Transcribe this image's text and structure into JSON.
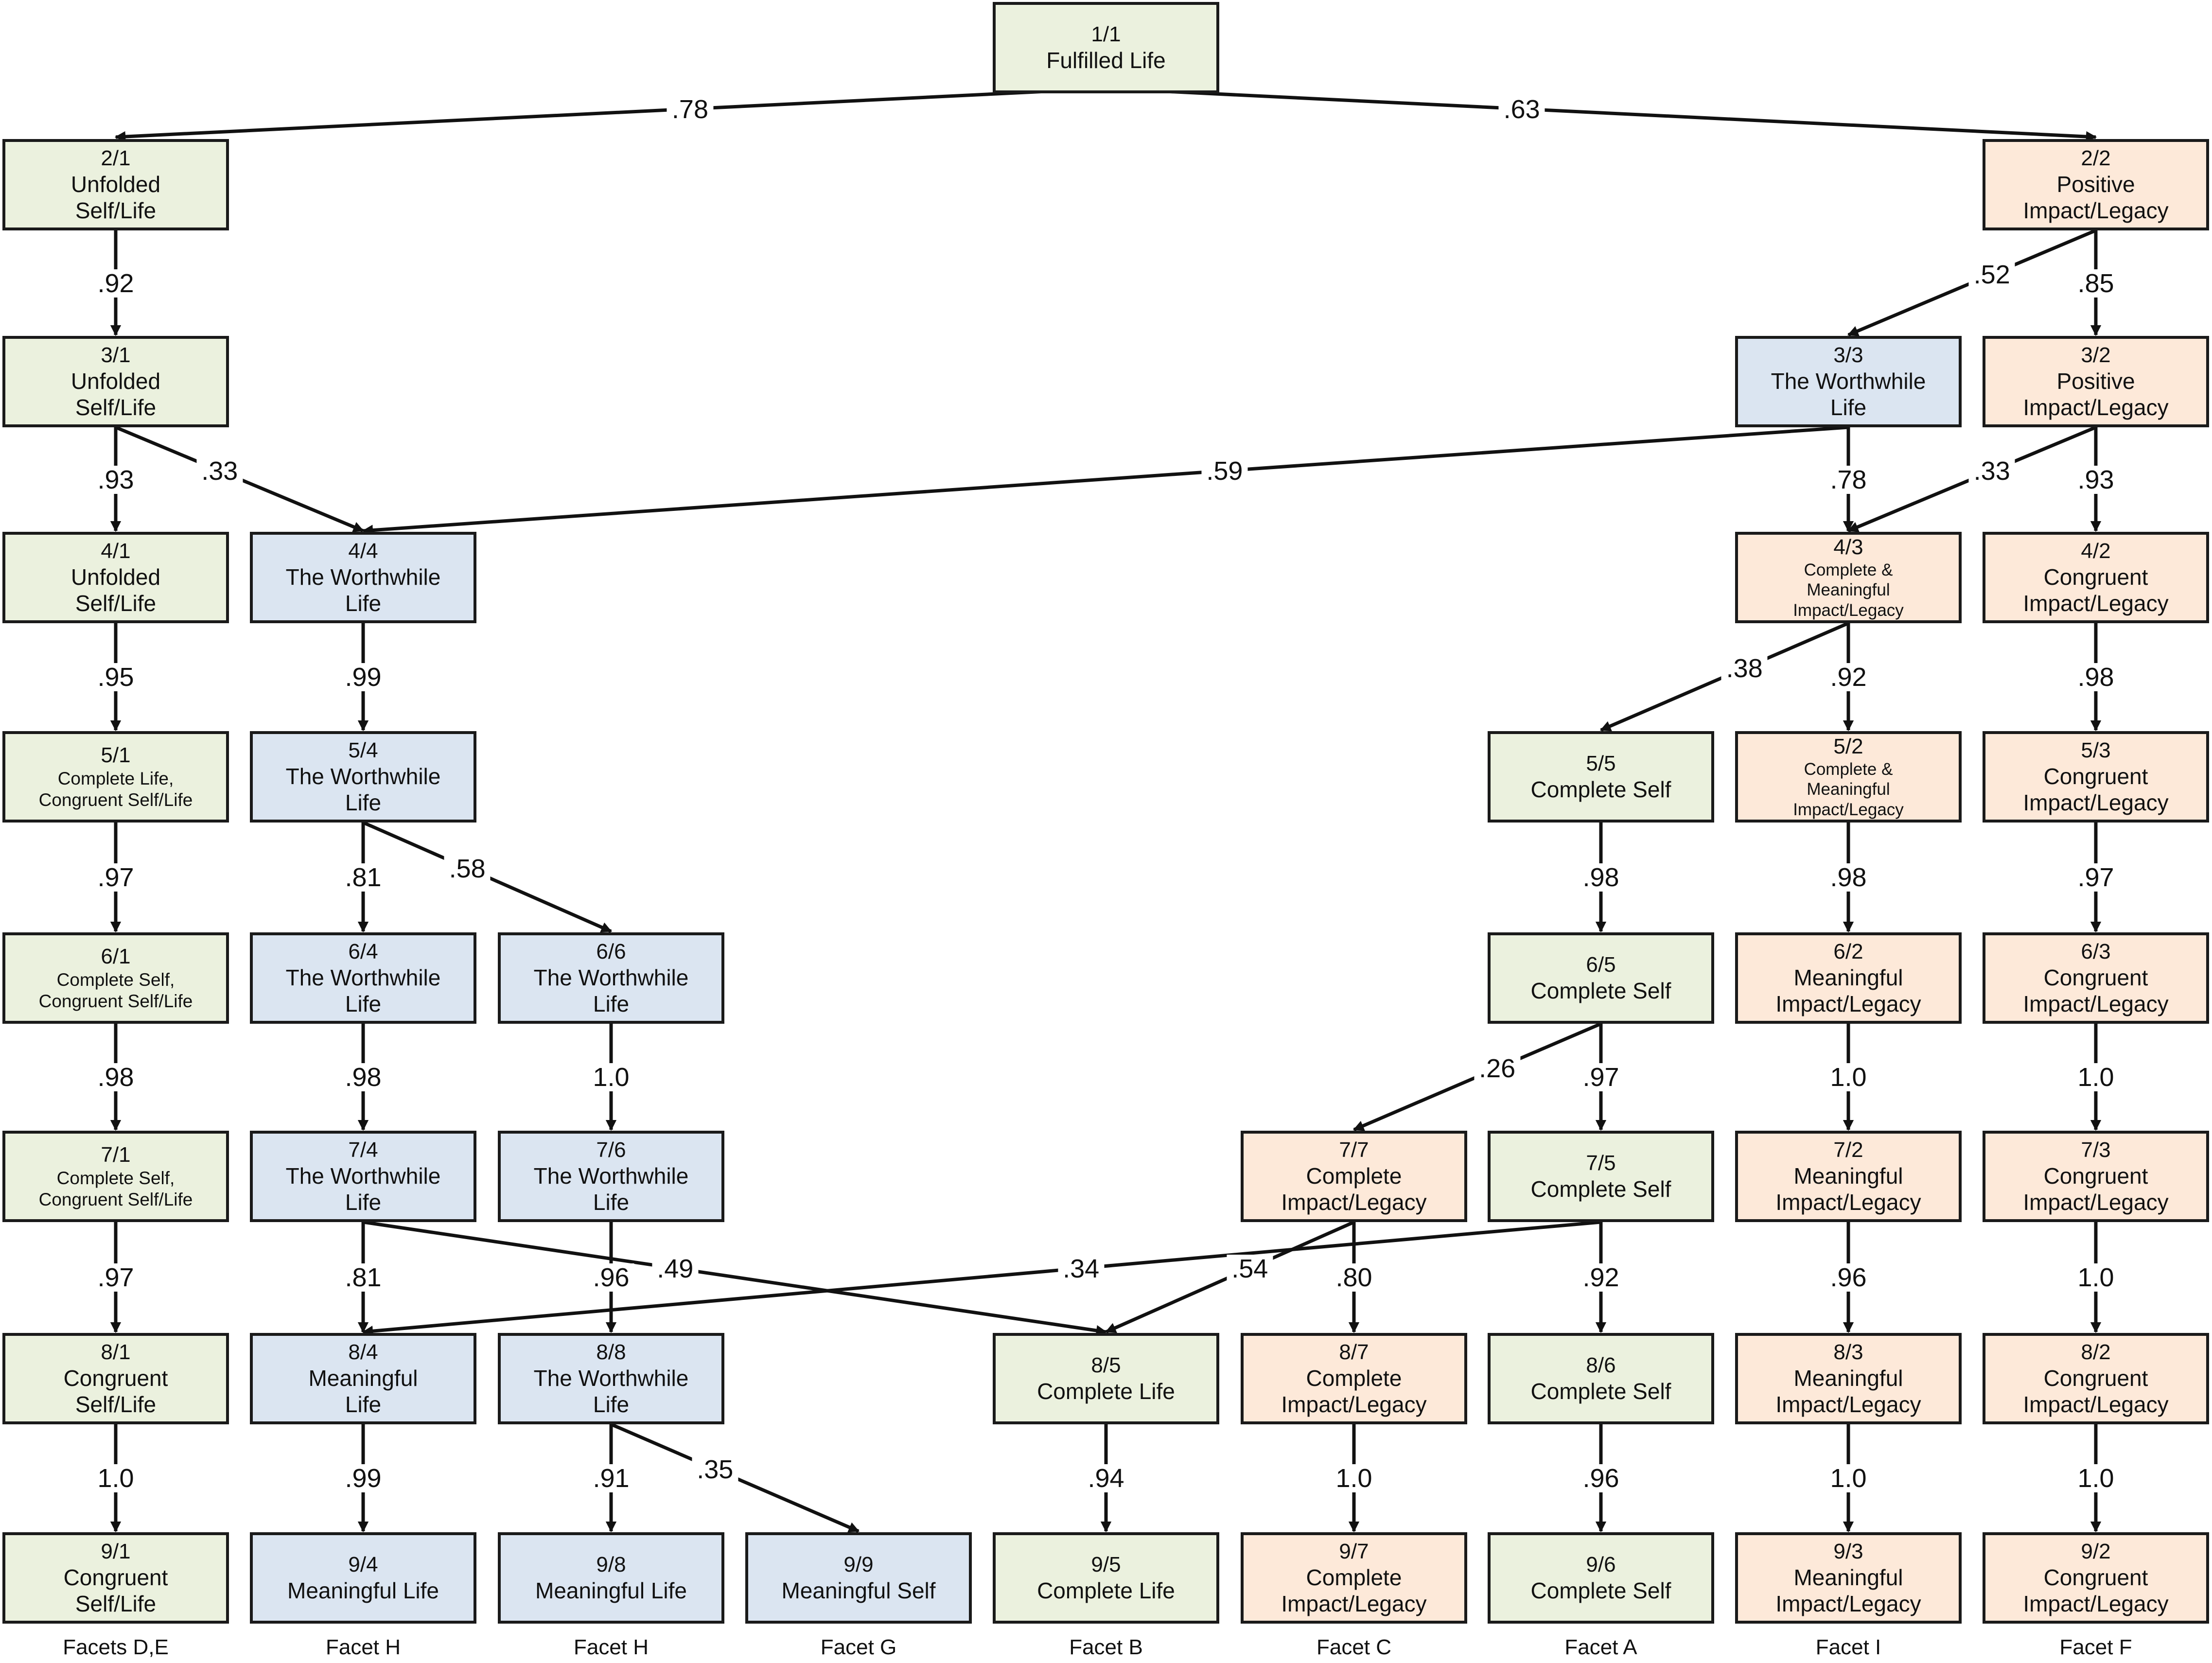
{
  "colors": {
    "green": "#ebf1de",
    "blue": "#dbe5f1",
    "peach": "#fde9d9",
    "border": "#1a1a1a"
  },
  "nodes": [
    {
      "id": "1/1",
      "label": "Fulfilled Life",
      "color": "green"
    },
    {
      "id": "2/1",
      "label": "Unfolded\nSelf/Life",
      "color": "green"
    },
    {
      "id": "2/2",
      "label": "Positive\nImpact/Legacy",
      "color": "peach"
    },
    {
      "id": "3/1",
      "label": "Unfolded\nSelf/Life",
      "color": "green"
    },
    {
      "id": "3/3",
      "label": "The Worthwhile\nLife",
      "color": "blue"
    },
    {
      "id": "3/2",
      "label": "Positive\nImpact/Legacy",
      "color": "peach"
    },
    {
      "id": "4/1",
      "label": "Unfolded\nSelf/Life",
      "color": "green"
    },
    {
      "id": "4/4",
      "label": "The Worthwhile\nLife",
      "color": "blue"
    },
    {
      "id": "4/3",
      "label": "Complete &\nMeaningful\nImpact/Legacy",
      "color": "peach"
    },
    {
      "id": "4/2",
      "label": "Congruent\nImpact/Legacy",
      "color": "peach"
    },
    {
      "id": "5/1",
      "label": "Complete Life,\nCongruent Self/Life",
      "color": "green"
    },
    {
      "id": "5/4",
      "label": "The Worthwhile\nLife",
      "color": "blue"
    },
    {
      "id": "5/5",
      "label": "Complete Self",
      "color": "green"
    },
    {
      "id": "5/2",
      "label": "Complete &\nMeaningful\nImpact/Legacy",
      "color": "peach"
    },
    {
      "id": "5/3",
      "label": "Congruent\nImpact/Legacy",
      "color": "peach"
    },
    {
      "id": "6/1",
      "label": "Complete Self,\nCongruent Self/Life",
      "color": "green"
    },
    {
      "id": "6/4",
      "label": "The Worthwhile\nLife",
      "color": "blue"
    },
    {
      "id": "6/6",
      "label": "The Worthwhile\nLife",
      "color": "blue"
    },
    {
      "id": "6/5",
      "label": "Complete Self",
      "color": "green"
    },
    {
      "id": "6/2",
      "label": "Meaningful\nImpact/Legacy",
      "color": "peach"
    },
    {
      "id": "6/3",
      "label": "Congruent\nImpact/Legacy",
      "color": "peach"
    },
    {
      "id": "7/1",
      "label": "Complete Self,\nCongruent Self/Life",
      "color": "green"
    },
    {
      "id": "7/4",
      "label": "The Worthwhile\nLife",
      "color": "blue"
    },
    {
      "id": "7/6",
      "label": "The Worthwhile\nLife",
      "color": "blue"
    },
    {
      "id": "7/7",
      "label": "Complete\nImpact/Legacy",
      "color": "peach"
    },
    {
      "id": "7/5",
      "label": "Complete Self",
      "color": "green"
    },
    {
      "id": "7/2",
      "label": "Meaningful\nImpact/Legacy",
      "color": "peach"
    },
    {
      "id": "7/3",
      "label": "Congruent\nImpact/Legacy",
      "color": "peach"
    },
    {
      "id": "8/1",
      "label": "Congruent\nSelf/Life",
      "color": "green"
    },
    {
      "id": "8/4",
      "label": "Meaningful\nLife",
      "color": "blue"
    },
    {
      "id": "8/8",
      "label": "The Worthwhile\nLife",
      "color": "blue"
    },
    {
      "id": "8/5",
      "label": "Complete Life",
      "color": "green"
    },
    {
      "id": "8/7",
      "label": "Complete\nImpact/Legacy",
      "color": "peach"
    },
    {
      "id": "8/6",
      "label": "Complete Self",
      "color": "green"
    },
    {
      "id": "8/3",
      "label": "Meaningful\nImpact/Legacy",
      "color": "peach"
    },
    {
      "id": "8/2",
      "label": "Congruent\nImpact/Legacy",
      "color": "peach"
    },
    {
      "id": "9/1",
      "label": "Congruent\nSelf/Life",
      "color": "green"
    },
    {
      "id": "9/4",
      "label": "Meaningful Life",
      "color": "blue"
    },
    {
      "id": "9/8",
      "label": "Meaningful Life",
      "color": "blue"
    },
    {
      "id": "9/9",
      "label": "Meaningful Self",
      "color": "blue"
    },
    {
      "id": "9/5",
      "label": "Complete Life",
      "color": "green"
    },
    {
      "id": "9/7",
      "label": "Complete\nImpact/Legacy",
      "color": "peach"
    },
    {
      "id": "9/6",
      "label": "Complete Self",
      "color": "green"
    },
    {
      "id": "9/3",
      "label": "Meaningful\nImpact/Legacy",
      "color": "peach"
    },
    {
      "id": "9/2",
      "label": "Congruent\nImpact/Legacy",
      "color": "peach"
    }
  ],
  "edges": [
    {
      "from": "1/1",
      "to": "2/1",
      "weight": ".78"
    },
    {
      "from": "1/1",
      "to": "2/2",
      "weight": ".63"
    },
    {
      "from": "2/1",
      "to": "3/1",
      "weight": ".92"
    },
    {
      "from": "2/2",
      "to": "3/3",
      "weight": ".52"
    },
    {
      "from": "2/2",
      "to": "3/2",
      "weight": ".85"
    },
    {
      "from": "3/1",
      "to": "4/1",
      "weight": ".93"
    },
    {
      "from": "3/1",
      "to": "4/4",
      "weight": ".33"
    },
    {
      "from": "3/3",
      "to": "4/4",
      "weight": ".59"
    },
    {
      "from": "3/3",
      "to": "4/3",
      "weight": ".78"
    },
    {
      "from": "3/2",
      "to": "4/3",
      "weight": ".33"
    },
    {
      "from": "3/2",
      "to": "4/2",
      "weight": ".93"
    },
    {
      "from": "4/1",
      "to": "5/1",
      "weight": ".95"
    },
    {
      "from": "4/4",
      "to": "5/4",
      "weight": ".99"
    },
    {
      "from": "4/3",
      "to": "5/5",
      "weight": ".38"
    },
    {
      "from": "4/3",
      "to": "5/2",
      "weight": ".92"
    },
    {
      "from": "4/2",
      "to": "5/3",
      "weight": ".98"
    },
    {
      "from": "5/1",
      "to": "6/1",
      "weight": ".97"
    },
    {
      "from": "5/4",
      "to": "6/4",
      "weight": ".81"
    },
    {
      "from": "5/4",
      "to": "6/6",
      "weight": ".58"
    },
    {
      "from": "5/5",
      "to": "6/5",
      "weight": ".98"
    },
    {
      "from": "5/2",
      "to": "6/2",
      "weight": ".98"
    },
    {
      "from": "5/3",
      "to": "6/3",
      "weight": ".97"
    },
    {
      "from": "6/1",
      "to": "7/1",
      "weight": ".98"
    },
    {
      "from": "6/4",
      "to": "7/4",
      "weight": ".98"
    },
    {
      "from": "6/6",
      "to": "7/6",
      "weight": "1.0"
    },
    {
      "from": "6/5",
      "to": "7/7",
      "weight": ".26"
    },
    {
      "from": "6/5",
      "to": "7/5",
      "weight": ".97"
    },
    {
      "from": "6/2",
      "to": "7/2",
      "weight": "1.0"
    },
    {
      "from": "6/3",
      "to": "7/3",
      "weight": "1.0"
    },
    {
      "from": "7/1",
      "to": "8/1",
      "weight": ".97"
    },
    {
      "from": "7/4",
      "to": "8/4",
      "weight": ".81"
    },
    {
      "from": "7/4",
      "to": "8/5",
      "weight": ".49"
    },
    {
      "from": "7/5",
      "to": "8/4",
      "weight": ".34"
    },
    {
      "from": "7/6",
      "to": "8/8",
      "weight": ".96"
    },
    {
      "from": "7/7",
      "to": "8/5",
      "weight": ".54"
    },
    {
      "from": "7/7",
      "to": "8/7",
      "weight": ".80"
    },
    {
      "from": "7/5",
      "to": "8/6",
      "weight": ".92"
    },
    {
      "from": "7/2",
      "to": "8/3",
      "weight": ".96"
    },
    {
      "from": "7/3",
      "to": "8/2",
      "weight": "1.0"
    },
    {
      "from": "8/1",
      "to": "9/1",
      "weight": "1.0"
    },
    {
      "from": "8/4",
      "to": "9/4",
      "weight": ".99"
    },
    {
      "from": "8/8",
      "to": "9/8",
      "weight": ".91"
    },
    {
      "from": "8/8",
      "to": "9/9",
      "weight": ".35"
    },
    {
      "from": "8/5",
      "to": "9/5",
      "weight": ".94"
    },
    {
      "from": "8/7",
      "to": "9/7",
      "weight": "1.0"
    },
    {
      "from": "8/6",
      "to": "9/6",
      "weight": ".96"
    },
    {
      "from": "8/3",
      "to": "9/3",
      "weight": "1.0"
    },
    {
      "from": "8/2",
      "to": "9/2",
      "weight": "1.0"
    }
  ],
  "facets": [
    {
      "column": "c0",
      "label": "Facets D,E"
    },
    {
      "column": "c1",
      "label": "Facet H"
    },
    {
      "column": "c2",
      "label": "Facet H"
    },
    {
      "column": "c3",
      "label": "Facet G"
    },
    {
      "column": "c4",
      "label": "Facet B"
    },
    {
      "column": "c5",
      "label": "Facet C"
    },
    {
      "column": "c6",
      "label": "Facet A"
    },
    {
      "column": "c7",
      "label": "Facet I"
    },
    {
      "column": "c8",
      "label": "Facet F"
    }
  ]
}
